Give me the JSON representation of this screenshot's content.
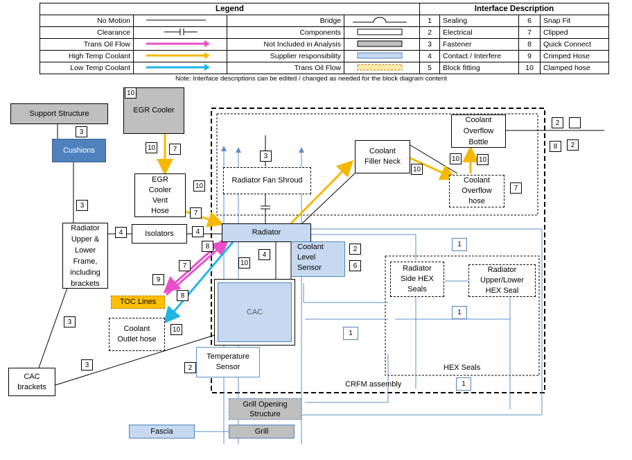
{
  "legend": {
    "title": "Legend",
    "rows": [
      {
        "left": "No Motion",
        "right": "Bridge"
      },
      {
        "left": "Clearance",
        "right": "Components"
      },
      {
        "left": "Trans Oil Flow",
        "right": "Not Included in Analysis"
      },
      {
        "left": "High Temp Coolant",
        "right": "Supplier responsibility"
      },
      {
        "left": "Low Temp Coolant",
        "right": "Trans Oil Flow"
      }
    ]
  },
  "interface": {
    "title": "Interface Description",
    "rows": [
      {
        "n1": "1",
        "d1": "Sealing",
        "n2": "6",
        "d2": "Snap Fit"
      },
      {
        "n1": "2",
        "d1": "Electrical",
        "n2": "7",
        "d2": "Clipped"
      },
      {
        "n1": "3",
        "d1": "Fastener",
        "n2": "8",
        "d2": "Quick Connect"
      },
      {
        "n1": "4",
        "d1": "Contact / Interfere",
        "n2": "9",
        "d2": "Crimped Hose"
      },
      {
        "n1": "5",
        "d1": "Block fitting",
        "n2": "10",
        "d2": "Clamped hose"
      }
    ]
  },
  "note": "Note:  Interface descriptions can be edited / changed as needed for the block diagram content",
  "colors": {
    "trans_oil": "#e84fc8",
    "high_temp": "#f5b800",
    "low_temp": "#1fb5e6",
    "structure_line": "#5b8fc9"
  },
  "blocks": {
    "support_structure": "Support Structure",
    "cushions": "Cushions",
    "egr_cooler": "EGR Cooler",
    "egr_vent_hose": [
      "EGR",
      "Cooler",
      "Vent",
      "Hose"
    ],
    "radiator_frame": [
      "Radiator",
      "Upper &",
      "Lower",
      "Frame,",
      "including",
      "brackets"
    ],
    "isolators": "Isolators",
    "radiator": "Radiator",
    "fan_shroud": "Radiator Fan Shroud",
    "filler_neck": [
      "Coolant",
      "Filler Neck"
    ],
    "overflow_bottle": [
      "Coolant",
      "Overflow",
      "Bottle"
    ],
    "overflow_hose": [
      "Coolant",
      "Overflow",
      "hose"
    ],
    "level_sensor": [
      "Coolant",
      "Level",
      "Sensor"
    ],
    "side_hex": [
      "Radiator",
      "Side HEX",
      "Seals"
    ],
    "upper_hex": [
      "Radiator",
      "Upper/Lower",
      "HEX Seal"
    ],
    "hex_seals": "HEX Seals",
    "toc_lines": "TOC Lines",
    "coolant_outlet": [
      "Coolant",
      "Outlet hose"
    ],
    "cac": "CAC",
    "temp_sensor": [
      "Temperature",
      "Sensor"
    ],
    "cac_brackets": [
      "CAC",
      "brackets"
    ],
    "crfm": "CRFM assembly",
    "grill_opening": [
      "Grill Opening",
      "Structure"
    ],
    "fascia": "Fascia",
    "grill": "Grill"
  },
  "labels": {
    "egr": "10",
    "ss_cush": "3",
    "cush_frame": "3",
    "frame_cac": "3",
    "cac_br": "3",
    "egr_a": "10",
    "egr_b": "7",
    "vent_a": "10",
    "vent_b": "7",
    "iso_l": "4",
    "iso_r": "4",
    "fan": "3",
    "fill": "10",
    "ov_a": "10",
    "ov_b": "10",
    "ov_c": "7",
    "bot_a": "2",
    "bot_b": "",
    "bot_c": "8",
    "bot_d": "2",
    "lvl_a": "2",
    "lvl_b": "6",
    "t8a": "8",
    "t7": "7",
    "t9": "9",
    "t8b": "8",
    "t10": "10",
    "t4": "4",
    "out10": "10",
    "temp2": "2",
    "hex1a": "1",
    "hex1b": "1",
    "hex1c": "1",
    "hex1d": "1"
  }
}
